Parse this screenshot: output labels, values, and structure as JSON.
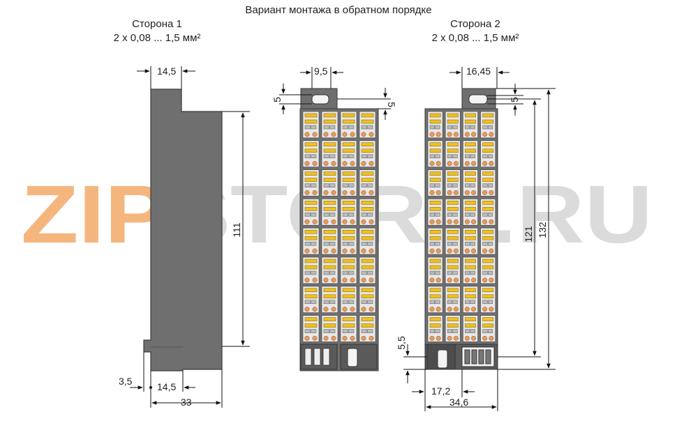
{
  "header": {
    "title": "Вариант монтажа в обратном порядке",
    "side1_label": "Сторона 1",
    "side1_spec": "2 x 0,08 ... 1,5 мм²",
    "side2_label": "Сторона 2",
    "side2_spec": "2 x 0,08 ... 1,5 мм²"
  },
  "dimensions": {
    "side_top_width": "14,5",
    "side_height": "111",
    "side_foot_offset": "3,5",
    "side_bottom_width": "14,5",
    "side_total_width": "33",
    "front1_pitch": "9,5",
    "front1_hole_left": "5",
    "front1_hole_right": "5",
    "front2_width_top": "16,45",
    "front2_hole": "5",
    "front2_height_inner": "121",
    "front2_height_total": "132",
    "front2_foot": "5,5",
    "front2_foot_width": "17,2",
    "front2_total_width": "34,6"
  },
  "watermark": {
    "text": "ZIPSTORE.RU"
  },
  "colors": {
    "body": "#6f6f6f",
    "body_edge": "#3a3a3a",
    "cell": "#e8e8e8",
    "lever": "#f0c020",
    "dot": "#e89a5a",
    "watermark_primary": "#f3a55e",
    "watermark_secondary": "#d3d3d3"
  }
}
